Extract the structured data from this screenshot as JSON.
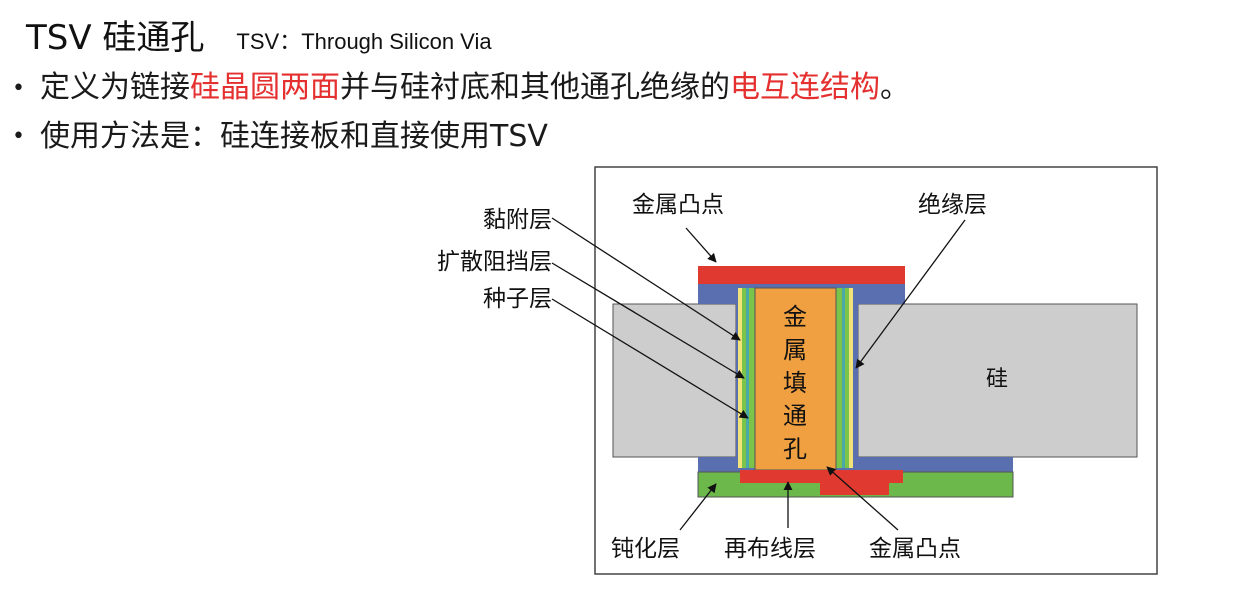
{
  "title": "TSV 硅通孔",
  "subtitle": "TSV：Through Silicon Via",
  "bullet1": {
    "p1": "定义为链接",
    "h1": "硅晶圆两面",
    "p2": "并与硅衬底和其他通孔绝缘的",
    "h2": "电互连结构",
    "p3": "。"
  },
  "bullet2": "使用方法是：硅连接板和直接使用TSV",
  "diagram": {
    "labels": {
      "bump_top": "金属凸点",
      "insulation": "绝缘层",
      "adhesion": "黏附层",
      "barrier": "扩散阻挡层",
      "seed": "种子层",
      "silicon": "硅",
      "passivation": "钝化层",
      "rdl": "再布线层",
      "bump_bottom": "金属凸点",
      "fill_chars": [
        "金",
        "属",
        "填",
        "通",
        "孔"
      ]
    },
    "colors": {
      "copper_fill": "#f0a040",
      "bump_red": "#e03a30",
      "insulation_blue": "#5a6fb0",
      "silicon_gray": "#cdcdcd",
      "passivation_green": "#6cb84a",
      "highlight": "#e53030"
    }
  }
}
